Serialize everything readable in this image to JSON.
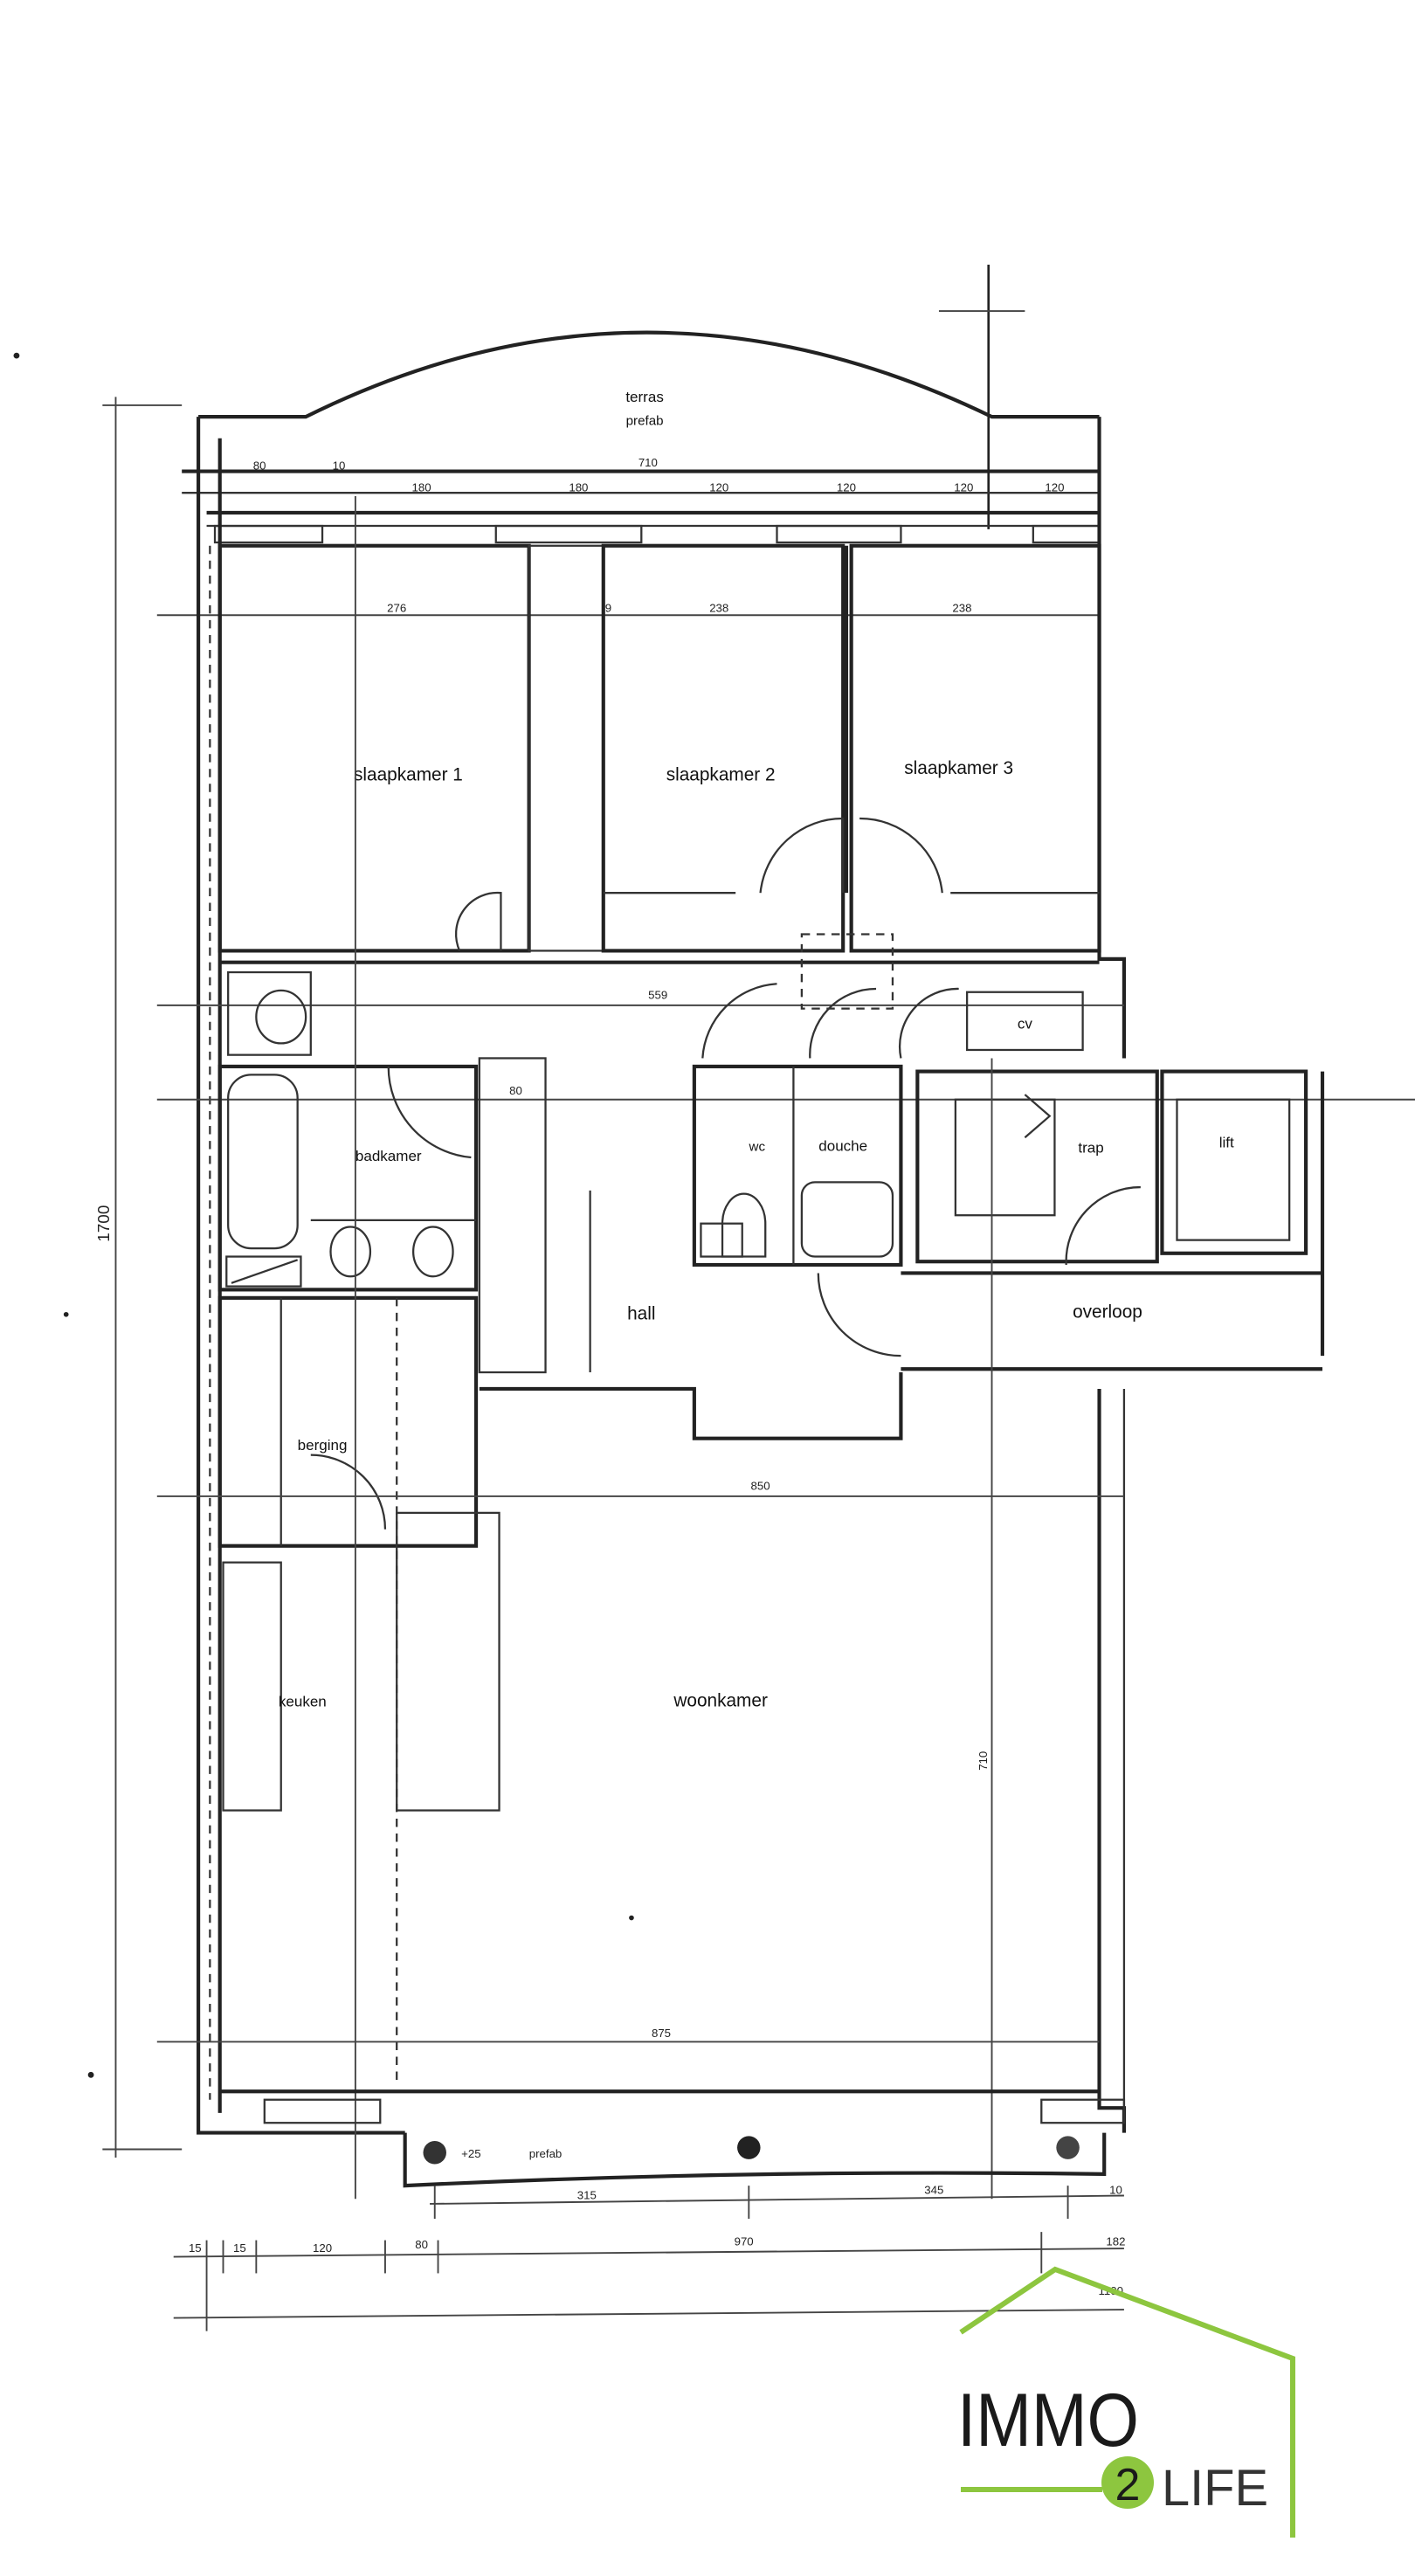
{
  "plan": {
    "rooms": {
      "terras": "terras",
      "terras_sub": "prefab",
      "slaapkamer1": "slaapkamer 1",
      "slaapkamer2": "slaapkamer 2",
      "slaapkamer3": "slaapkamer 3",
      "badkamer": "badkamer",
      "wc": "wc",
      "douche": "douche",
      "cv": "cv",
      "trap": "trap",
      "lift": "lift",
      "hall": "hall",
      "overloop": "overloop",
      "berging": "berging",
      "keuken": "keuken",
      "woonkamer": "woonkamer",
      "balcony": "prefab"
    },
    "dimensions": {
      "top_total": "710",
      "top_a": "80",
      "top_b": "10",
      "top_c": "180",
      "top_d": "180",
      "top_e": "120",
      "top_f": "120",
      "top_g": "120",
      "top_h": "120",
      "bed1_w": "276",
      "bed_wall": "9",
      "bed2_w": "238",
      "bed3_w": "238",
      "corridor": "559",
      "hall_a": "80",
      "living_top": "850",
      "living_bottom": "875",
      "living_h": "710",
      "bal_a": "315",
      "bal_b": "345",
      "bal_c": "10",
      "bot_a": "15",
      "bot_b": "15",
      "bot_c": "120",
      "bot_d": "80",
      "bot_e": "970",
      "bot_f": "182",
      "bot_total": "1100",
      "left_total": "1700",
      "bal_level": "+25"
    }
  },
  "logo": {
    "immo": "IMMO",
    "two": "2",
    "life": "LIFE",
    "green": "#8dc63f",
    "dark": "#1a1a1a"
  }
}
